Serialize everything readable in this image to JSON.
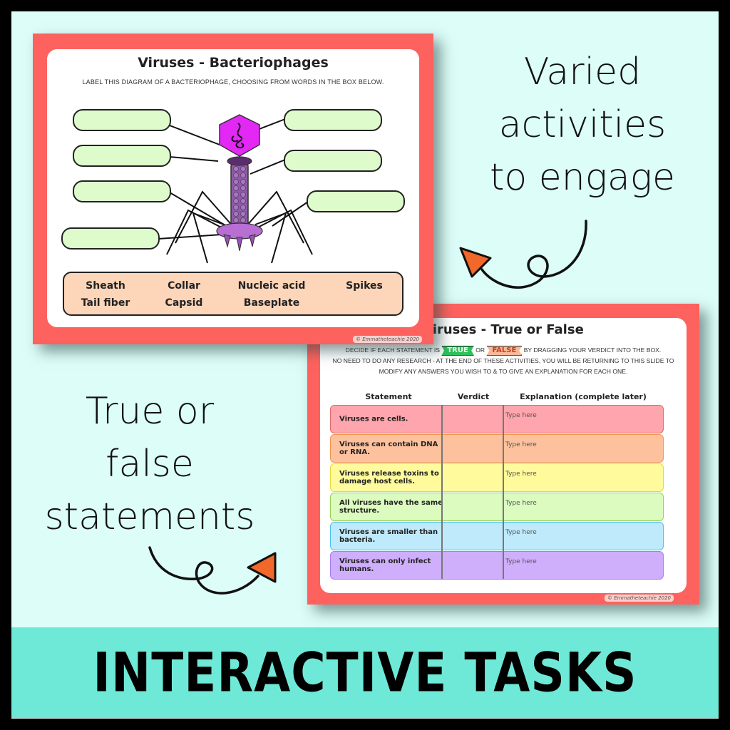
{
  "slide1": {
    "title": "Viruses - Bacteriophages",
    "subtitle": "Label this diagram of a bacteriophage, choosing from words in the box below.",
    "label_box_count": 7,
    "word_bank": [
      "Sheath",
      "Collar",
      "Nucleic acid",
      "Spikes",
      "Tail fiber",
      "Capsid",
      "Baseplate"
    ],
    "copyright": "© Emmatheteachie 2020",
    "colors": {
      "frame": "#fd625e",
      "label_fill": "#ddfbcb",
      "word_bank_fill": "#fdd5b9",
      "capsid": "#e327f5",
      "tail": "#8e5aa6"
    }
  },
  "slide2": {
    "title": "Viruses - True or False",
    "title_visible": "ruses - True or False",
    "instructions": {
      "part1": "Decide if each statement is",
      "true_badge": "TRUE",
      "or": "or",
      "false_badge": "FALSE",
      "part2": "by dragging your verdict into the box.",
      "line2": "No need to do any research - at the end of these activities, you will be returning to this slide to",
      "line3": "modify any answers you wish to & to give an explanation for each one."
    },
    "columns": [
      "Statement",
      "Verdict",
      "Explanation (complete later)"
    ],
    "rows": [
      {
        "statement": "Viruses are cells.",
        "explanation": "Type here",
        "fill": "#fea5ad",
        "border": "#e06a6a"
      },
      {
        "statement": "Viruses can contain DNA or RNA.",
        "explanation": "Type here",
        "fill": "#fec19d",
        "border": "#f0964e"
      },
      {
        "statement": "Viruses release toxins to damage host cells.",
        "explanation": "Type here",
        "fill": "#fffb9c",
        "border": "#e3d840"
      },
      {
        "statement": "All viruses have the same structure.",
        "explanation": "Type here",
        "fill": "#dbfbbf",
        "border": "#9bcf5a"
      },
      {
        "statement": "Viruses are smaller than bacteria.",
        "explanation": "Type here",
        "fill": "#bfeafc",
        "border": "#4fc0ee"
      },
      {
        "statement": "Viruses can only infect humans.",
        "explanation": "Type here",
        "fill": "#cfaefb",
        "border": "#a77ef0"
      }
    ],
    "copyright": "© Emmatheteachie 2020"
  },
  "captions": {
    "top_right": [
      "Varied",
      "activities",
      "to engage"
    ],
    "left": [
      "True or",
      "false",
      "statements"
    ],
    "arrow_color": "#f2672a"
  },
  "banner": {
    "text": "INTERACTIVE TASKS",
    "color": "#6fe9d7"
  },
  "background": "#dcfdf8"
}
